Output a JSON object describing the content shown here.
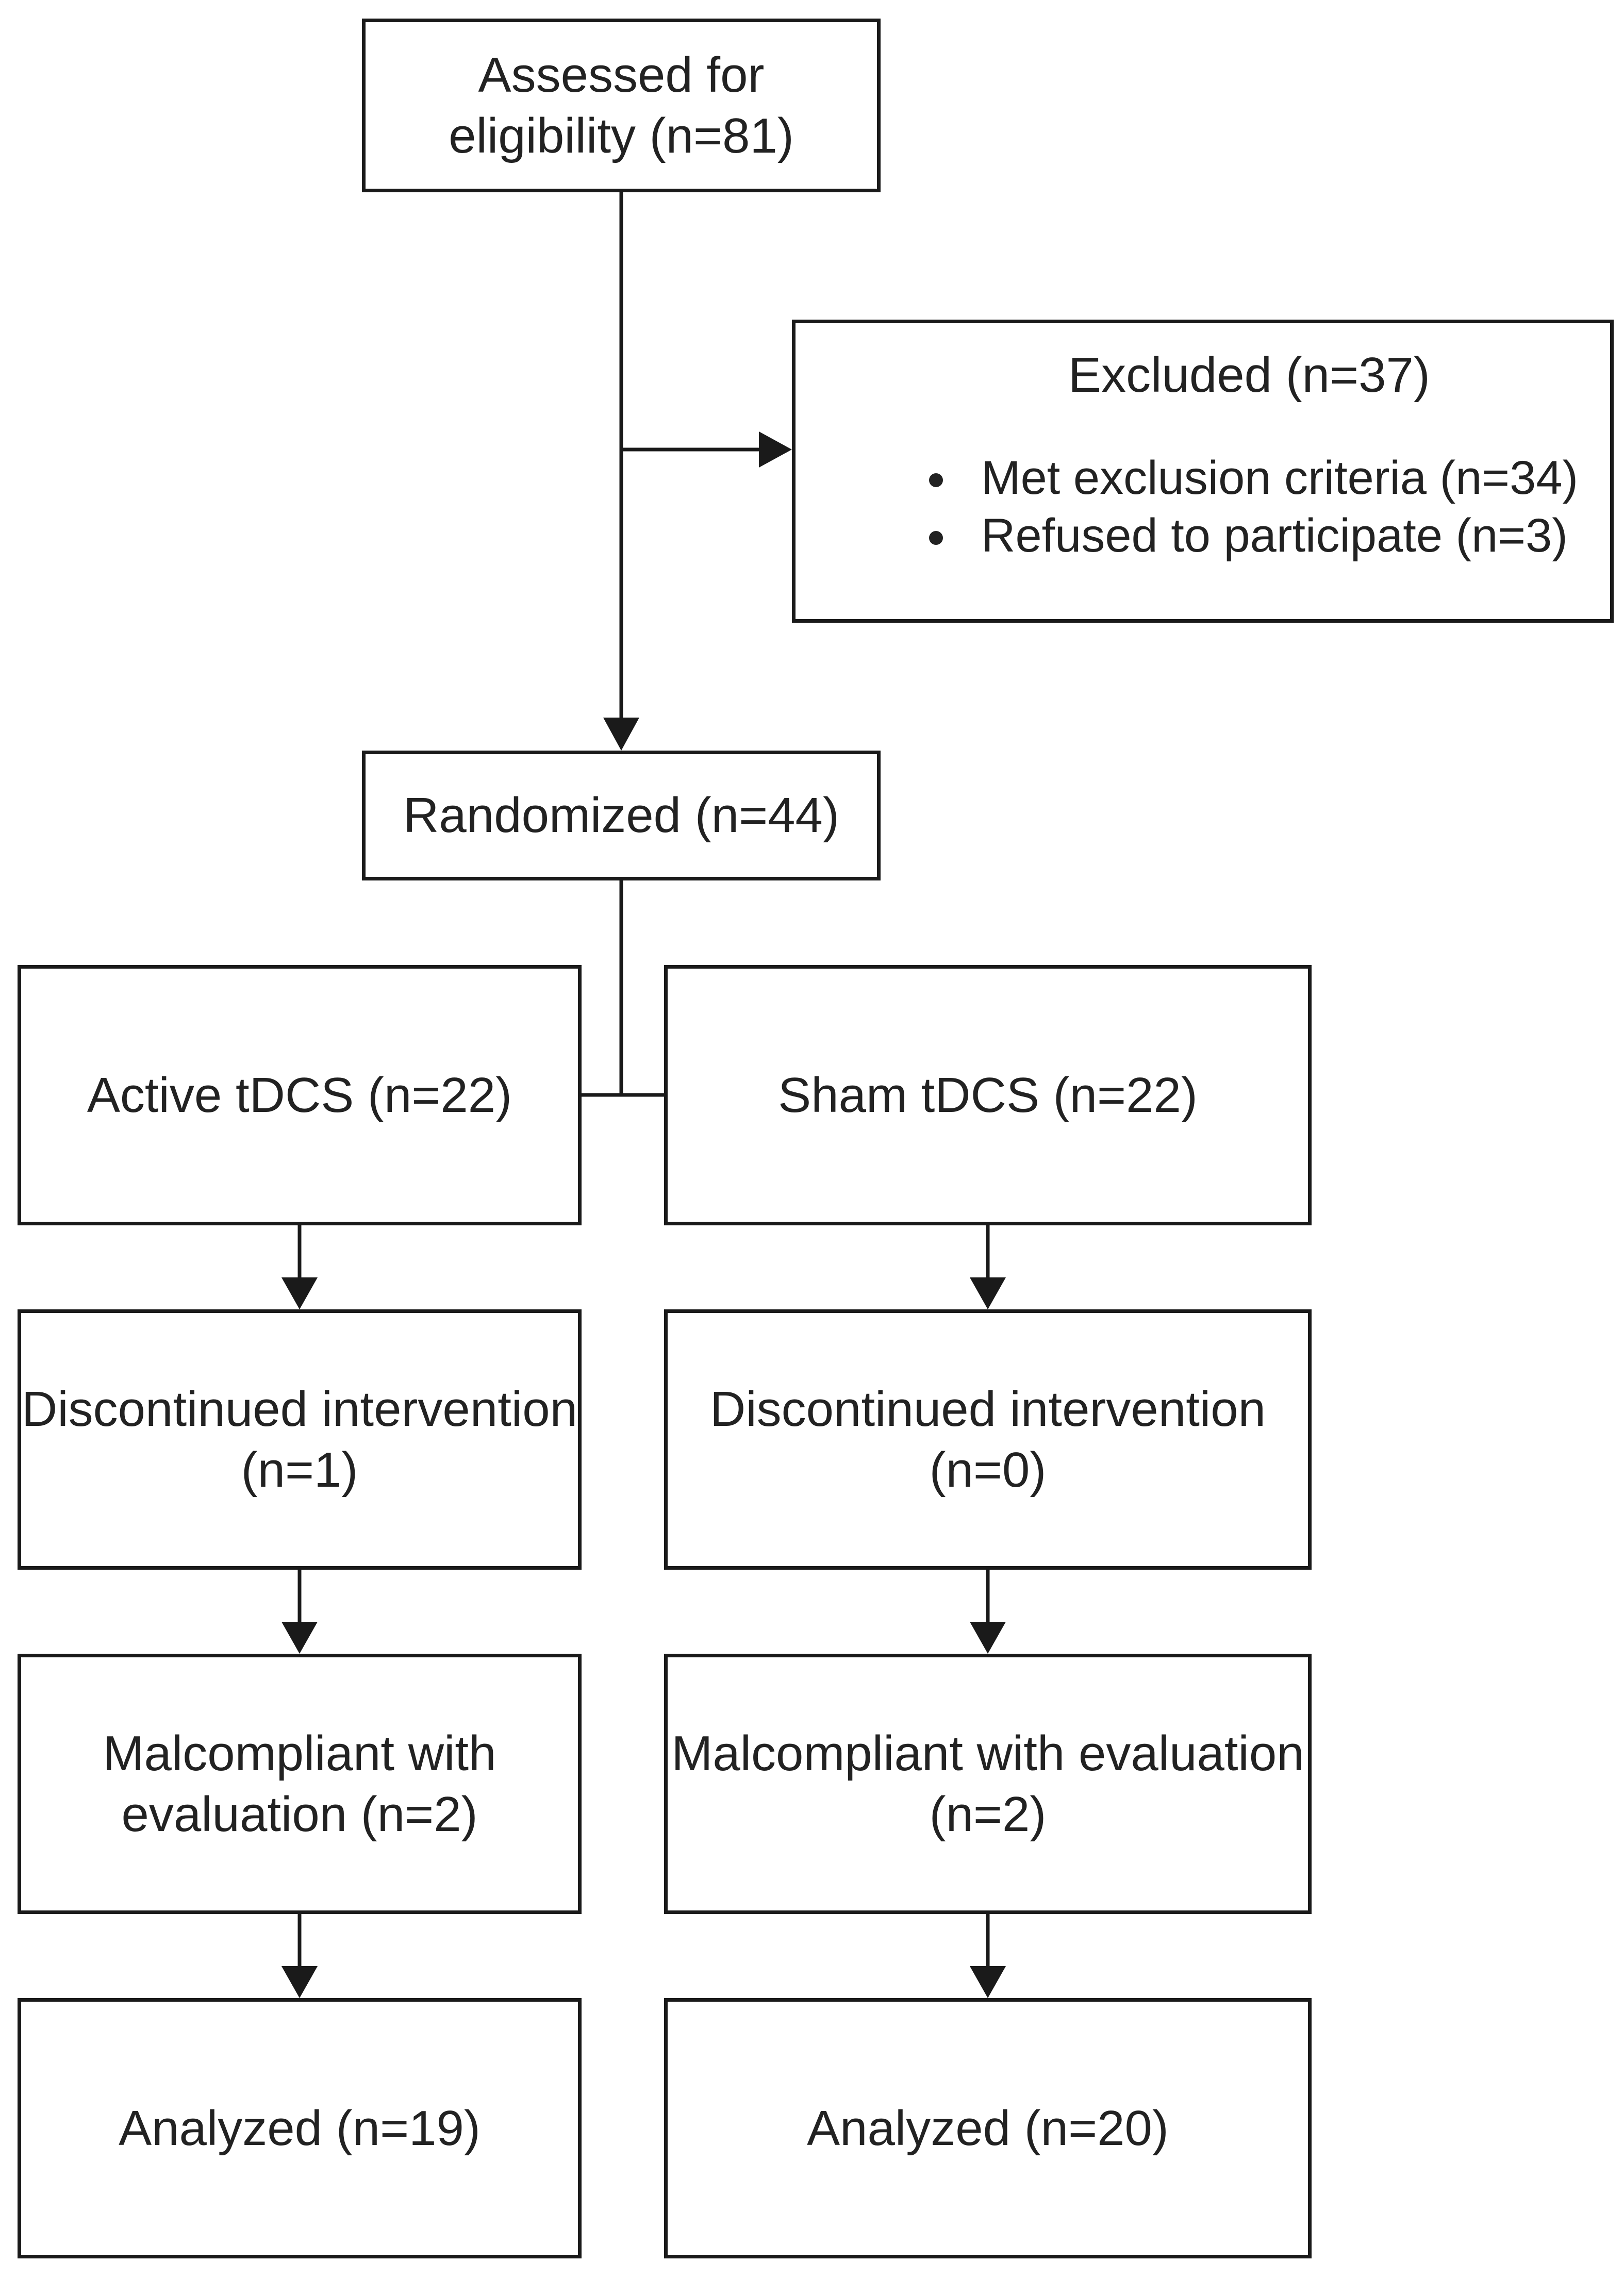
{
  "assessed": {
    "text": "Assessed for\neligibility (n=81)"
  },
  "excluded": {
    "title": "Excluded (n=37)",
    "reasons": [
      "Met exclusion criteria (n=34)",
      "Refused to participate (n=3)"
    ]
  },
  "randomized": {
    "text": "Randomized (n=44)"
  },
  "arms": {
    "active": {
      "allocation": "Active tDCS (n=22)",
      "discontinued": "Discontinued intervention\n(n=1)",
      "malcompliant": "Malcompliant with\nevaluation (n=2)",
      "analyzed": "Analyzed (n=19)"
    },
    "sham": {
      "allocation": "Sham tDCS (n=22)",
      "discontinued": "Discontinued intervention\n(n=0)",
      "malcompliant": "Malcompliant with evaluation\n(n=2)",
      "analyzed": "Analyzed (n=20)"
    }
  },
  "colors": {
    "line": "#1a1a1a",
    "box_fill": "#ffffff",
    "text": "#222222"
  }
}
